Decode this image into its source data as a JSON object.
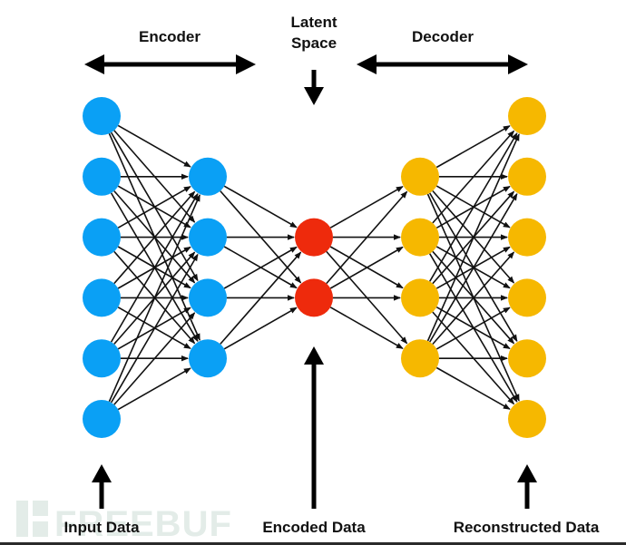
{
  "labels": {
    "encoder": "Encoder",
    "decoder": "Decoder",
    "latent_line1": "Latent",
    "latent_line2": "Space",
    "input_data": "Input Data",
    "encoded_data": "Encoded Data",
    "reconstructed_data": "Reconstructed Data"
  },
  "watermark": "FREEBUF",
  "colors": {
    "encoder_node": "#0aa0f5",
    "latent_node": "#ee2a0c",
    "decoder_node": "#f6b800",
    "edge": "#111111",
    "arrow": "#000000"
  },
  "network": {
    "layers": [
      {
        "name": "input",
        "size": 6,
        "color_key": "encoder_node"
      },
      {
        "name": "encoder-hidden",
        "size": 4,
        "color_key": "encoder_node"
      },
      {
        "name": "latent",
        "size": 2,
        "color_key": "latent_node"
      },
      {
        "name": "decoder-hidden",
        "size": 4,
        "color_key": "decoder_node"
      },
      {
        "name": "output",
        "size": 6,
        "color_key": "decoder_node"
      }
    ],
    "connectivity": "fully-connected"
  }
}
